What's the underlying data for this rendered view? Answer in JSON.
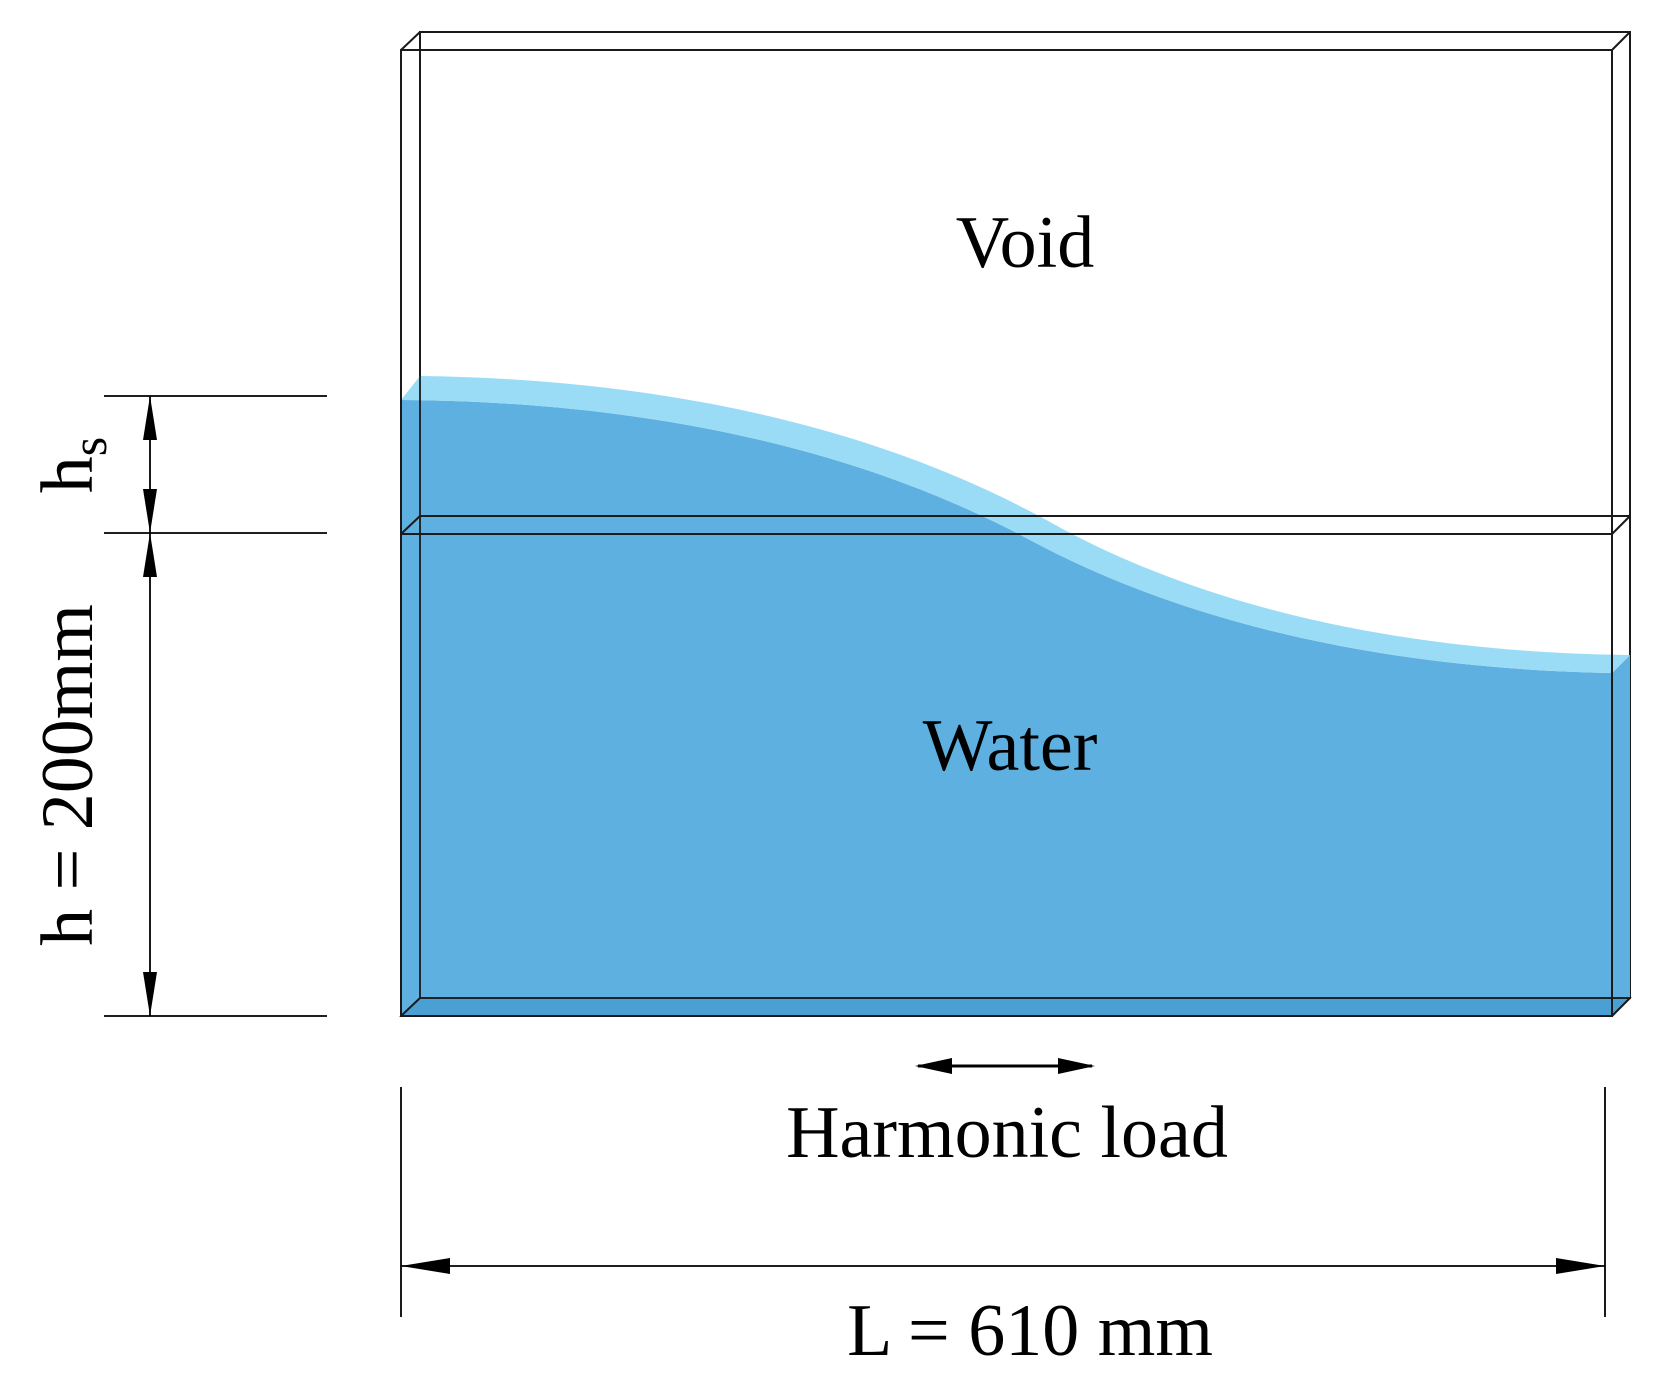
{
  "labels": {
    "void": "Void",
    "water": "Water",
    "load": "Harmonic load",
    "length": "L = 610 mm",
    "depth": "h = 200mm",
    "slosh_main": "h",
    "slosh_sub": "s"
  },
  "colors": {
    "water": "#5eb0e0",
    "surface": "#9adcf6",
    "lines": "#000000"
  }
}
